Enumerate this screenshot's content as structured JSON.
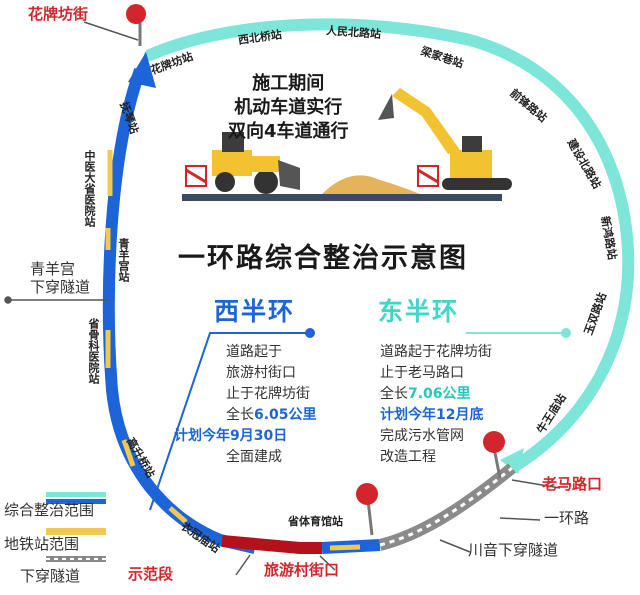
{
  "title": "一环路综合整治示意图",
  "banner_lines": [
    "施工期间",
    "机动车道实行",
    "双向4车道通行"
  ],
  "colors": {
    "west_blue": "#1d64d8",
    "east_teal": "#7ee6d9",
    "demo_red": "#b3121a",
    "tunnel_gray": "#7a7a7a",
    "metro_yellow": "#f2c94c",
    "label_red": "#d2262c"
  },
  "places": {
    "huapaifang": "花牌坊街",
    "laomalukou": "老马路口",
    "lvyoucun": "旅游村街口",
    "shifanduan": "示范段"
  },
  "stations": {
    "huapaifang": "花牌坊站",
    "xibeiqiao": "西北桥站",
    "renminbeilu": "人民北路站",
    "liangjiaxiang": "梁家巷站",
    "qianfenglu": "前锋路站",
    "jianshebeilu": "建设北路站",
    "xinhonglu": "新鸿路站",
    "yushuanglu": "玉双路站",
    "niuwangmiao": "牛王庙站",
    "shengtiyuguan": "省体育馆站",
    "yiguanmiao": "衣冠庙站",
    "gaoshengqiao": "高升桥站",
    "shengguke": "省骨科医院站",
    "qingyanggong": "青羊宫站",
    "zhongyidasheng": "中医大省医院站",
    "fuqin": "抚琴站"
  },
  "tunnels": {
    "qingyanggong": [
      "青羊宫",
      "下穿隧道"
    ],
    "chuanyin": "川音下穿隧道"
  },
  "ring_road_label": "一环路",
  "west": {
    "title": "西半环",
    "line1": "道路起于",
    "line2": "旅游村街口",
    "line3": "止于花牌坊街",
    "length_prefix": "全长",
    "length": "6.05公里",
    "plan": "计划今年9月30日",
    "finish": "全面建成"
  },
  "east": {
    "title": "东半环",
    "line1": "道路起于花牌坊街",
    "line2": "止于老马路口",
    "length_prefix": "全长",
    "length": "7.06公里",
    "plan": "计划今年12月底",
    "line5": "完成污水管网",
    "line6": "改造工程"
  },
  "legend": {
    "scope": "综合整治范围",
    "metro": "地铁站范围",
    "tunnel": "下穿隧道"
  }
}
